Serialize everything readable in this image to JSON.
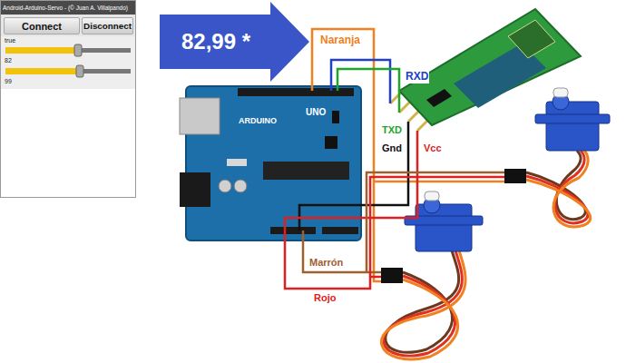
{
  "diagram": {
    "nodes": [
      {
        "text": [
          "Android-Arduino-Servo - (© Juan A. Villalpando)"
        ]
      },
      {
        "text": [
          "Connect"
        ],
        "in": 0
      },
      {
        "text": [
          "Disconnect"
        ],
        "in": 0
      },
      {
        "text": [
          "82,99 *"
        ]
      }
    ],
    "labels": [
      "true",
      "82",
      "99",
      "Naranja",
      "RXD",
      "TXD",
      "Gnd",
      "Vcc",
      "Marrón",
      "Rojo",
      "UNO",
      "ARDUINO"
    ]
  }
}
